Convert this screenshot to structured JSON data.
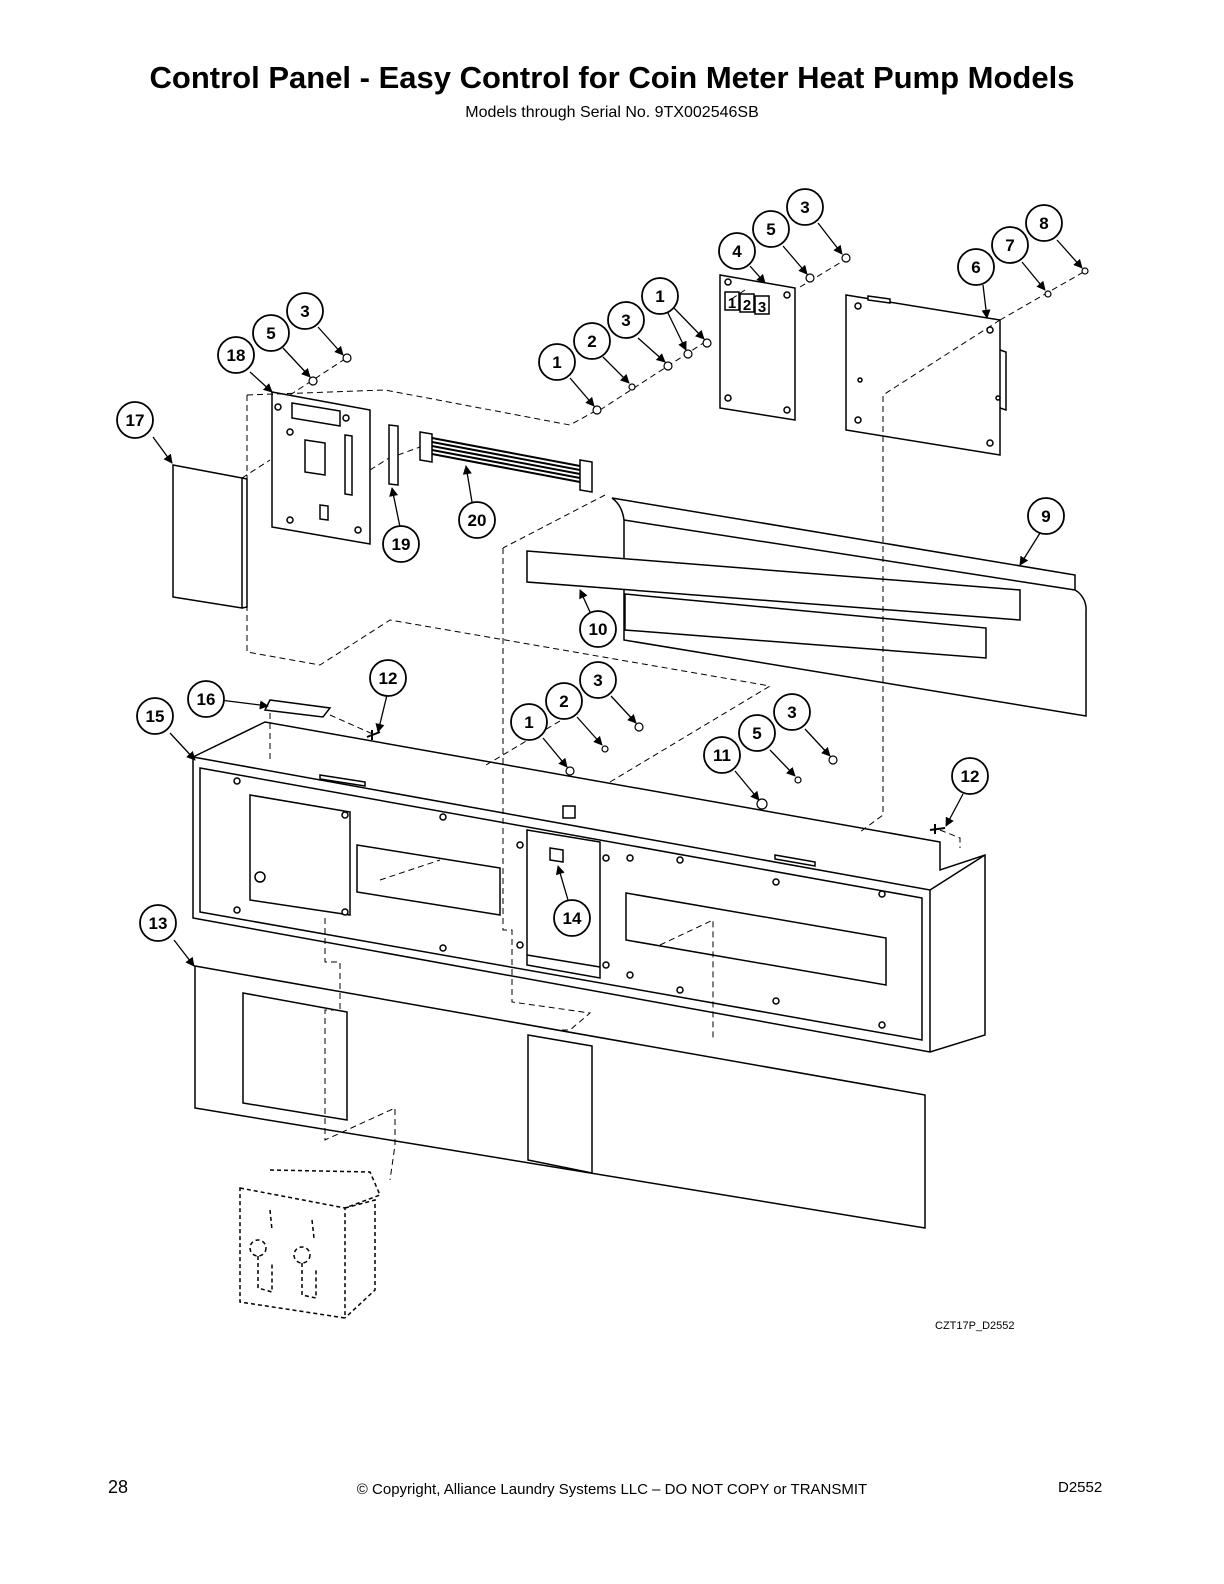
{
  "header": {
    "title": "Control Panel - Easy Control for Coin Meter Heat Pump Models",
    "subtitle": "Models through Serial No. 9TX002546SB"
  },
  "callouts": [
    "1",
    "2",
    "3",
    "4",
    "5",
    "6",
    "7",
    "8",
    "9",
    "10",
    "11",
    "12",
    "13",
    "14",
    "15",
    "16",
    "17",
    "18",
    "19",
    "20"
  ],
  "display_digits": [
    "1",
    "2",
    "3"
  ],
  "drawing_id": "CZT17P_D2552",
  "footer": {
    "page_number": "28",
    "copyright": "© Copyright, Alliance Laundry Systems LLC – DO NOT COPY or TRANSMIT",
    "doc_code": "D2552"
  }
}
